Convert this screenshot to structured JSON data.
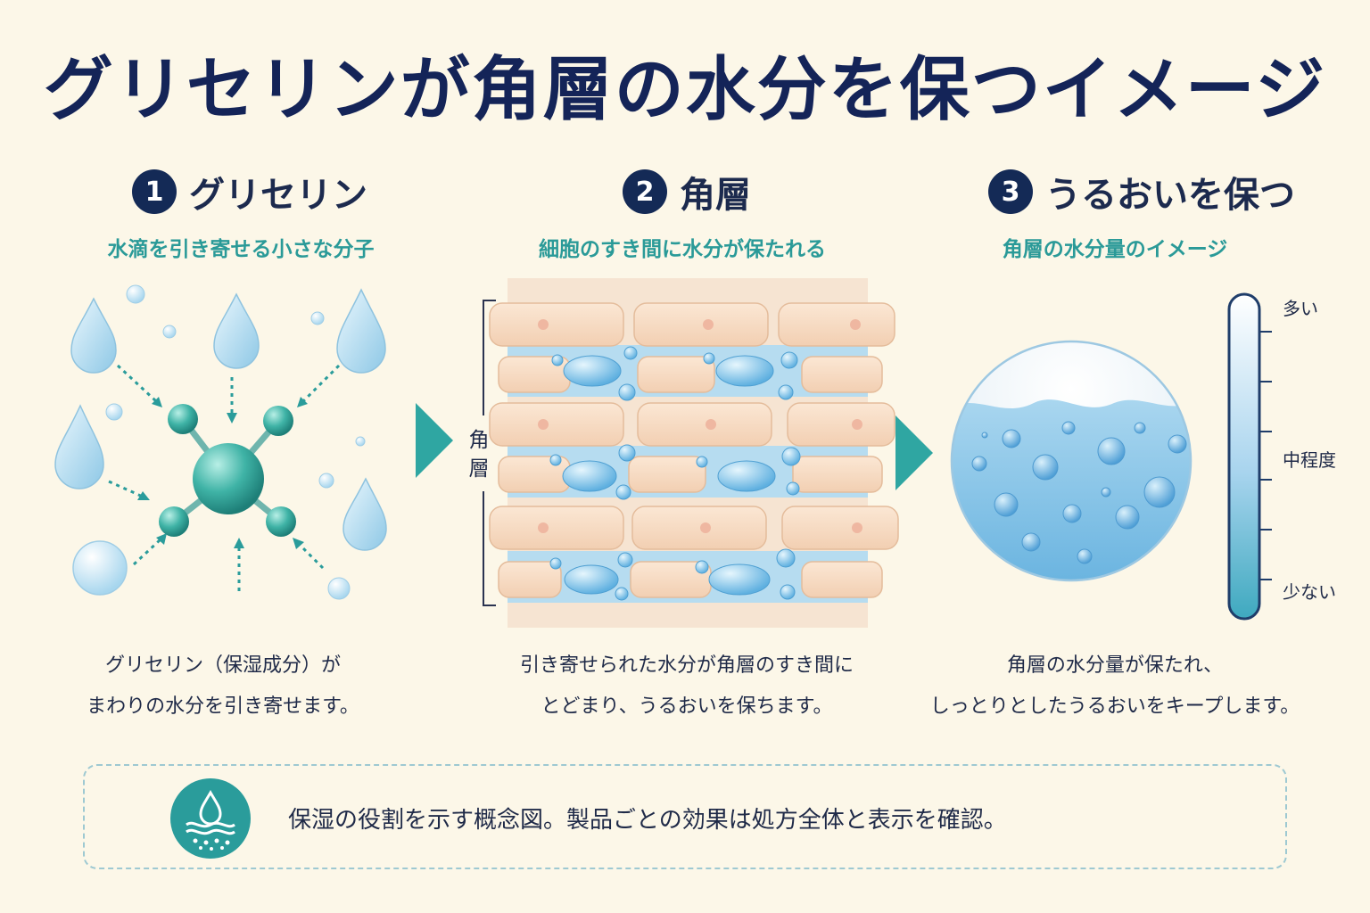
{
  "title": "グリセリンが角層の水分を保つイメージ",
  "steps": [
    {
      "number": "1",
      "title": "グリセリン",
      "subtitle": "水滴を引き寄せる小さな分子",
      "desc_lines": [
        "グリセリン（保湿成分）が",
        "まわりの水分を引き寄せます。"
      ]
    },
    {
      "number": "2",
      "title": "角層",
      "subtitle": "細胞のすき間に水分が保たれる",
      "side_label": "角層",
      "desc_lines": [
        "引き寄せられた水分が角層のすき間に",
        "とどまり、うるおいを保ちます。"
      ]
    },
    {
      "number": "3",
      "title": "うるおいを保つ",
      "subtitle": "角層の水分量のイメージ",
      "desc_lines": [
        "角層の水分量が保たれ、",
        "しっとりとしたうるおいをキープします。"
      ]
    }
  ],
  "scale": {
    "high": "多い",
    "mid": "中程度",
    "low": "少ない"
  },
  "note": {
    "icon": "water-drop-skin-icon",
    "text": "保湿の役割を示す概念図。製品ごとの効果は処方全体と表示を確認。"
  },
  "colors": {
    "navy": "#142458",
    "teal": "#2a9c9b",
    "water": "#8ccbe8",
    "cell": "#f6dcc4",
    "background": "#fcf7e8"
  }
}
